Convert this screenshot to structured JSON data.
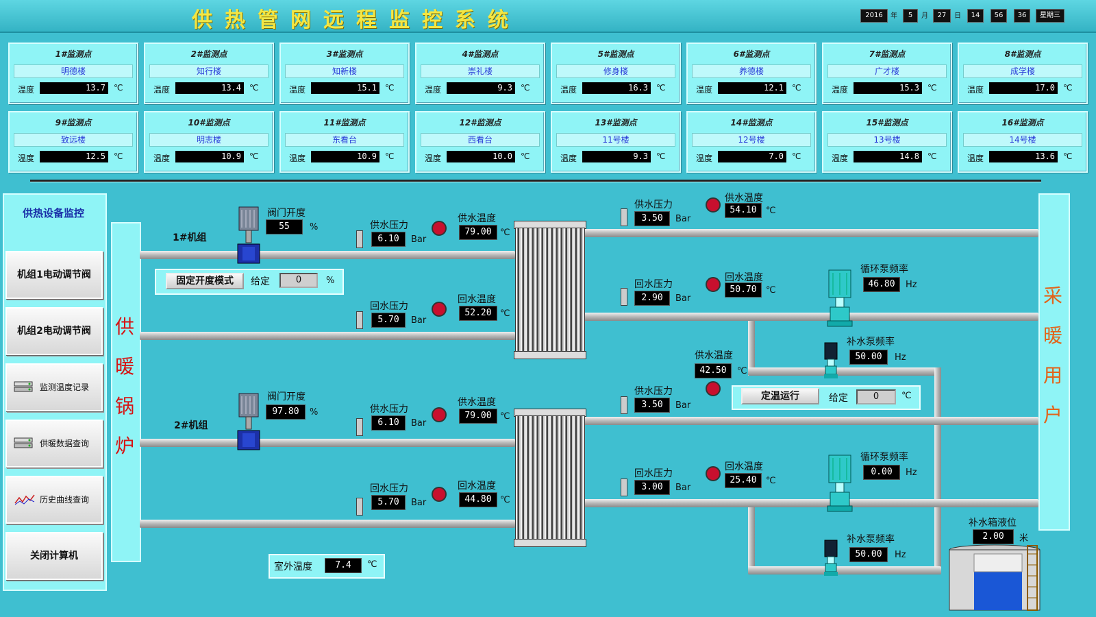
{
  "header": {
    "title": "供热管网远程监控系统",
    "datetime": {
      "year": "2016",
      "y_label": "年",
      "month": "5",
      "m_label": "月",
      "day": "27",
      "d_label": "日",
      "hour": "14",
      "minute": "56",
      "second": "36",
      "weekday": "星期三"
    }
  },
  "sensors": [
    {
      "head": "1#监测点",
      "building": "明德楼",
      "temp": "13.7"
    },
    {
      "head": "2#监测点",
      "building": "知行楼",
      "temp": "13.4"
    },
    {
      "head": "3#监测点",
      "building": "知新楼",
      "temp": "15.1"
    },
    {
      "head": "4#监测点",
      "building": "崇礼楼",
      "temp": "9.3"
    },
    {
      "head": "5#监测点",
      "building": "修身楼",
      "temp": "16.3"
    },
    {
      "head": "6#监测点",
      "building": "养德楼",
      "temp": "12.1"
    },
    {
      "head": "7#监测点",
      "building": "广才楼",
      "temp": "15.3"
    },
    {
      "head": "8#监测点",
      "building": "成学楼",
      "temp": "17.0"
    },
    {
      "head": "9#监测点",
      "building": "致远楼",
      "temp": "12.5"
    },
    {
      "head": "10#监测点",
      "building": "明志楼",
      "temp": "10.9"
    },
    {
      "head": "11#监测点",
      "building": "东看台",
      "temp": "10.9"
    },
    {
      "head": "12#监测点",
      "building": "西看台",
      "temp": "10.0"
    },
    {
      "head": "13#监测点",
      "building": "11号楼",
      "temp": "9.3"
    },
    {
      "head": "14#监测点",
      "building": "12号楼",
      "temp": "7.0"
    },
    {
      "head": "15#监测点",
      "building": "13号楼",
      "temp": "14.8"
    },
    {
      "head": "16#监测点",
      "building": "14号楼",
      "temp": "13.6"
    }
  ],
  "sensor_labels": {
    "temp_label": "温度",
    "temp_unit": "℃"
  },
  "left_panel": {
    "title": "供热设备监控",
    "buttons": [
      "机组1电动调节阀",
      "机组2电动调节阀",
      "监测温度记录",
      "供暖数据查询",
      "历史曲线查询",
      "关闭计算机"
    ]
  },
  "boiler": [
    "供",
    "暖",
    "锅",
    "炉"
  ],
  "users": [
    "采",
    "暖",
    "用",
    "户"
  ],
  "labels": {
    "valve_open": "阀门开度",
    "supply_p": "供水压力",
    "supply_t": "供水温度",
    "return_p": "回水压力",
    "return_t": "回水温度",
    "circ_pump": "循环泵频率",
    "makeup_pump": "补水泵频率",
    "tank_level": "补水箱液位",
    "outdoor": "室外温度",
    "bar": "Bar",
    "deg": "℃",
    "pct": "%",
    "hz": "Hz",
    "meter": "米",
    "given": "给定"
  },
  "unit1": {
    "name": "1#机组",
    "valve": "55",
    "pri_supply_p": "6.10",
    "pri_supply_t": "79.00",
    "pri_return_p": "5.70",
    "pri_return_t": "52.20",
    "sec_supply_p": "3.50",
    "sec_supply_t": "54.10",
    "sec_return_p": "2.90",
    "sec_return_t": "50.70",
    "circ": "46.80",
    "makeup": "50.00",
    "mode_btn": "固定开度模式",
    "given": "0"
  },
  "unit2": {
    "name": "2#机组",
    "valve": "97.80",
    "pri_supply_p": "6.10",
    "pri_supply_t": "79.00",
    "pri_return_p": "5.70",
    "pri_return_t": "44.80",
    "sec_supply_p": "3.50",
    "sec_return_p": "3.00",
    "sec_return_t": "25.40",
    "circ": "0.00",
    "makeup": "50.00"
  },
  "mix_supply_t": "42.50",
  "const_temp": {
    "btn": "定温运行",
    "given": "0"
  },
  "tank_level": "2.00",
  "outdoor_temp": "7.4"
}
